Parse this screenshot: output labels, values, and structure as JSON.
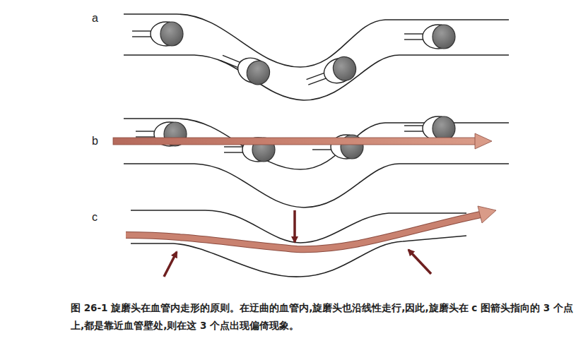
{
  "diagram": {
    "caption": "图 26-1  旋磨头在血管内走形的原则。在迂曲的血管内,旋磨头也沿线性走行,因此,旋磨头在 c 图箭头指向的 3 个点上,都是靠近血管壁处,则在这 3 个点出现偏倚现象。",
    "labels": [
      "a",
      "b",
      "c"
    ]
  }
}
